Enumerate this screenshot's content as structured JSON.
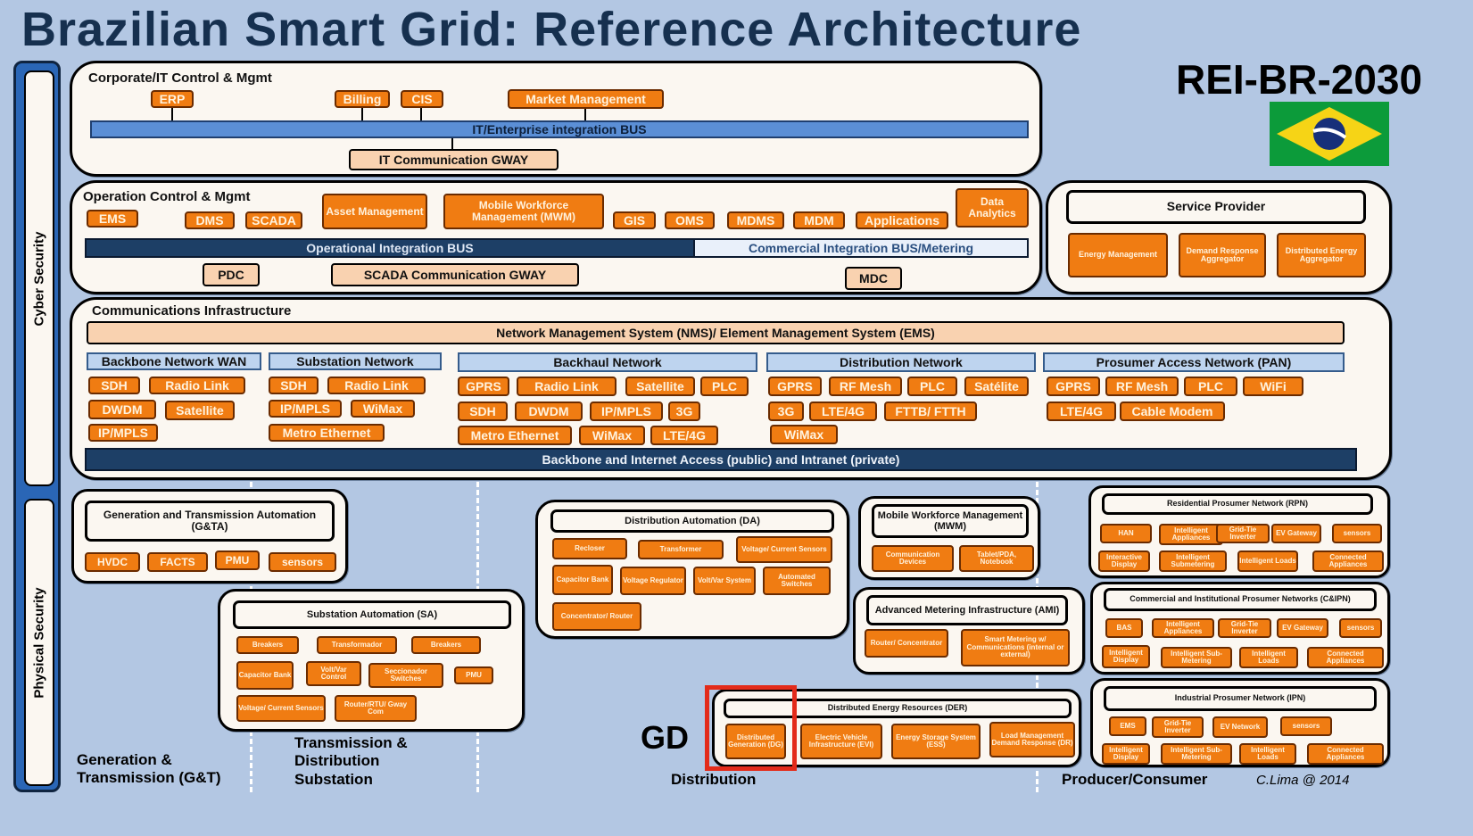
{
  "title": "Brazilian Smart Grid: Reference Architecture",
  "code": "REI-BR-2030",
  "side": {
    "cyber": "Cyber Security",
    "physical": "Physical Security"
  },
  "corp": {
    "label": "Corporate/IT Control & Mgmt",
    "erp": "ERP",
    "billing": "Billing",
    "cis": "CIS",
    "market": "Market Management",
    "bus": "IT/Enterprise integration BUS",
    "gway": "IT Communication GWAY"
  },
  "op": {
    "label": "Operation Control & Mgmt",
    "ems": "EMS",
    "dms": "DMS",
    "scada": "SCADA",
    "asset": "Asset Management",
    "mwm": "Mobile Workforce Management (MWM)",
    "gis": "GIS",
    "oms": "OMS",
    "mdms": "MDMS",
    "mdm": "MDM",
    "apps": "Applications",
    "analytics": "Data Analytics",
    "bus": "Operational Integration BUS",
    "cbus": "Commercial Integration BUS/Metering",
    "pdc": "PDC",
    "scadagway": "SCADA Communication GWAY",
    "mdc": "MDC"
  },
  "sp": {
    "label": "Service Provider",
    "energy": "Energy Management",
    "dr": "Demand Response Aggregator",
    "der": "Distributed Energy Aggregator"
  },
  "comm": {
    "label": "Communications Infrastructure",
    "nms": "Network Management System (NMS)/ Element Management System (EMS)",
    "backbone": "Backbone and Internet Access (public) and Intranet (private)",
    "wan": {
      "h": "Backbone Network WAN",
      "a": "SDH",
      "b": "Radio Link",
      "c": "DWDM",
      "d": "Satellite",
      "e": "IP/MPLS"
    },
    "sub": {
      "h": "Substation Network",
      "a": "SDH",
      "b": "Radio Link",
      "c": "IP/MPLS",
      "d": "WiMax",
      "e": "Metro Ethernet"
    },
    "bh": {
      "h": "Backhaul Network",
      "a": "GPRS",
      "b": "Radio Link",
      "c": "Satellite",
      "d": "PLC",
      "e": "SDH",
      "f": "DWDM",
      "g": "IP/MPLS",
      "h2": "3G",
      "i": "Metro Ethernet",
      "j": "WiMax",
      "k": "LTE/4G"
    },
    "dist": {
      "h": "Distribution Network",
      "a": "GPRS",
      "b": "RF Mesh",
      "c": "PLC",
      "d": "Satélite",
      "e": "3G",
      "f": "LTE/4G",
      "g": "FTTB/ FTTH",
      "i": "WiMax"
    },
    "pan": {
      "h": "Prosumer Access Network (PAN)",
      "a": "GPRS",
      "b": "RF Mesh",
      "c": "PLC",
      "d": "WiFi",
      "e": "LTE/4G",
      "f": "Cable Modem"
    }
  },
  "gta": {
    "label": "Generation and Transmission Automation (G&TA)",
    "a": "HVDC",
    "b": "FACTS",
    "c": "PMU",
    "d": "sensors"
  },
  "sa": {
    "label": "Substation Automation (SA)",
    "a": "Breakers",
    "b": "Transformador",
    "c": "Breakers",
    "d": "Capacitor Bank",
    "e": "Volt/Var Control",
    "f": "Seccionador Switches",
    "g": "PMU",
    "h": "Voltage/ Current Sensors",
    "i": "Router/RTU/ Gway Com"
  },
  "da": {
    "label": "Distribution Automation (DA)",
    "a": "Recloser",
    "b": "Transformer",
    "c": "Voltage/ Current Sensors",
    "d": "Capacitor Bank",
    "e": "Voltage Regulator",
    "f": "Volt/Var System",
    "g": "Automated Switches",
    "h": "Concentrator/ Router"
  },
  "mwm2": {
    "label": "Mobile Workforce Management (MWM)",
    "a": "Communication Devices",
    "b": "Tablet/PDA, Notebook"
  },
  "ami": {
    "label": "Advanced Metering Infrastructure (AMI)",
    "a": "Router/ Concentrator",
    "b": "Smart Metering w/ Communications (internal or external)"
  },
  "der": {
    "label": "Distributed Energy Resources (DER)",
    "a": "Distributed Generation (DG)",
    "b": "Electric Vehicle Infrastructure (EVI)",
    "c": "Energy Storage System (ESS)",
    "d": "Load Management Demand Response (DR)"
  },
  "rpn": {
    "label": "Residential Prosumer Network (RPN)",
    "a": "HAN",
    "b": "Intelligent Appliances",
    "c": "Grid-Tie Inverter",
    "d": "EV Gateway",
    "e": "sensors",
    "f": "Interactive Display",
    "g": "Intelligent Submetering",
    "h": "Intelligent Loads",
    "i": "Connected Appliances"
  },
  "cipn": {
    "label": "Commercial and Institutional Prosumer Networks (C&IPN)",
    "a": "BAS",
    "b": "Intelligent Appliances",
    "c": "Grid-Tie Inverter",
    "d": "EV Gateway",
    "e": "sensors",
    "f": "Intelligent Display",
    "g": "Intelligent Sub-Metering",
    "h": "Intelligent Loads",
    "i": "Connected Appliances"
  },
  "ipn": {
    "label": "Industrial Prosumer Network (IPN)",
    "a": "EMS",
    "b": "Grid-Tie Inverter",
    "c": "EV Network",
    "d": "sensors",
    "e": "Intelligent Display",
    "f": "Intelligent Sub-Metering",
    "g": "Intelligent Loads",
    "h": "Connected Appliances"
  },
  "gd": "GD",
  "footer": {
    "gt": "Generation & Transmission (G&T)",
    "tds": "Transmission & Distribution Substation",
    "dist": "Distribution",
    "pc": "Producer/Consumer",
    "credit": "C.Lima @ 2014"
  },
  "colors": {
    "orange": "#f07c12",
    "navy": "#16304f",
    "bus": "#5b8fd6",
    "opbus": "#1d3f66",
    "red": "#e32b1a",
    "bg": "#b3c7e3"
  }
}
